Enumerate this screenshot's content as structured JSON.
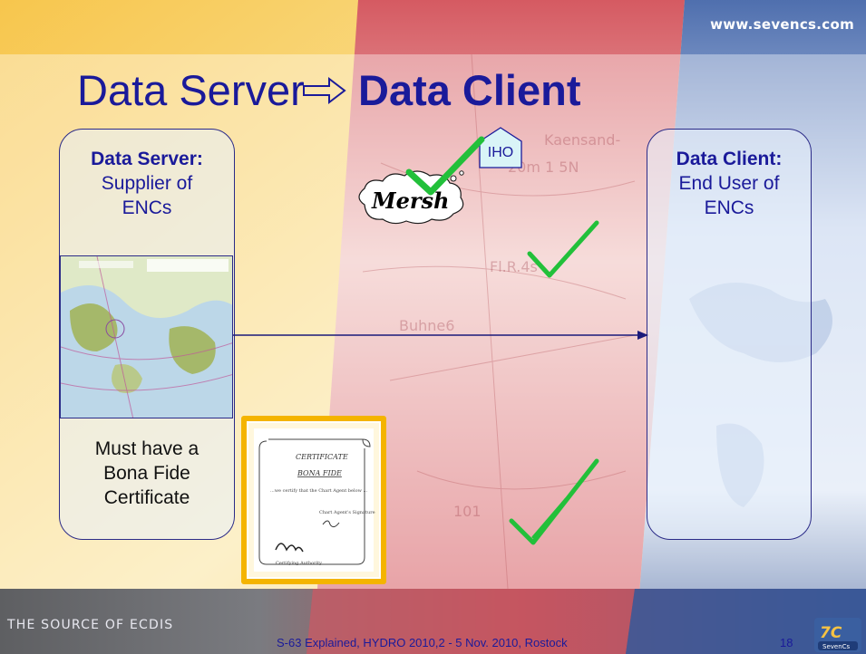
{
  "header": {
    "url": "www.sevencs.com",
    "title_left": "Data Server",
    "arrow_icon": "arrow-right-outline-icon",
    "title_right": "Data Client"
  },
  "server_panel": {
    "heading": "Data Server:",
    "line1": "Supplier of",
    "line2": "ENCs",
    "note_line1": "Must  have a",
    "note_line2": "Bona Fide",
    "note_line3": "Certificate"
  },
  "client_panel": {
    "heading": "Data Client:",
    "line1": "End User of",
    "line2": "ENCs"
  },
  "iho_label": "IHO",
  "signature_text": "Mersh",
  "certificate": {
    "title": "CERTIFICATE",
    "subtitle": "BONA FIDE",
    "body": "...we certify that the Chart Agent below ...",
    "signature_label": "Chart Agent's Signature",
    "authority_label": "Certifying Authority"
  },
  "footer": {
    "tagline": "THE SOURCE OF ECDIS",
    "center": "S-63 Explained, HYDRO 2010,2 - 5 Nov. 2010, Rostock",
    "page": "18",
    "logo_label": "SevenCs"
  },
  "colors": {
    "title": "#1a1a9a",
    "check": "#22c03a",
    "certificate_frame": "#f4b400",
    "band_yellow": "#f6c343",
    "band_red": "#c9414a",
    "band_blue": "#2f4f8f"
  }
}
